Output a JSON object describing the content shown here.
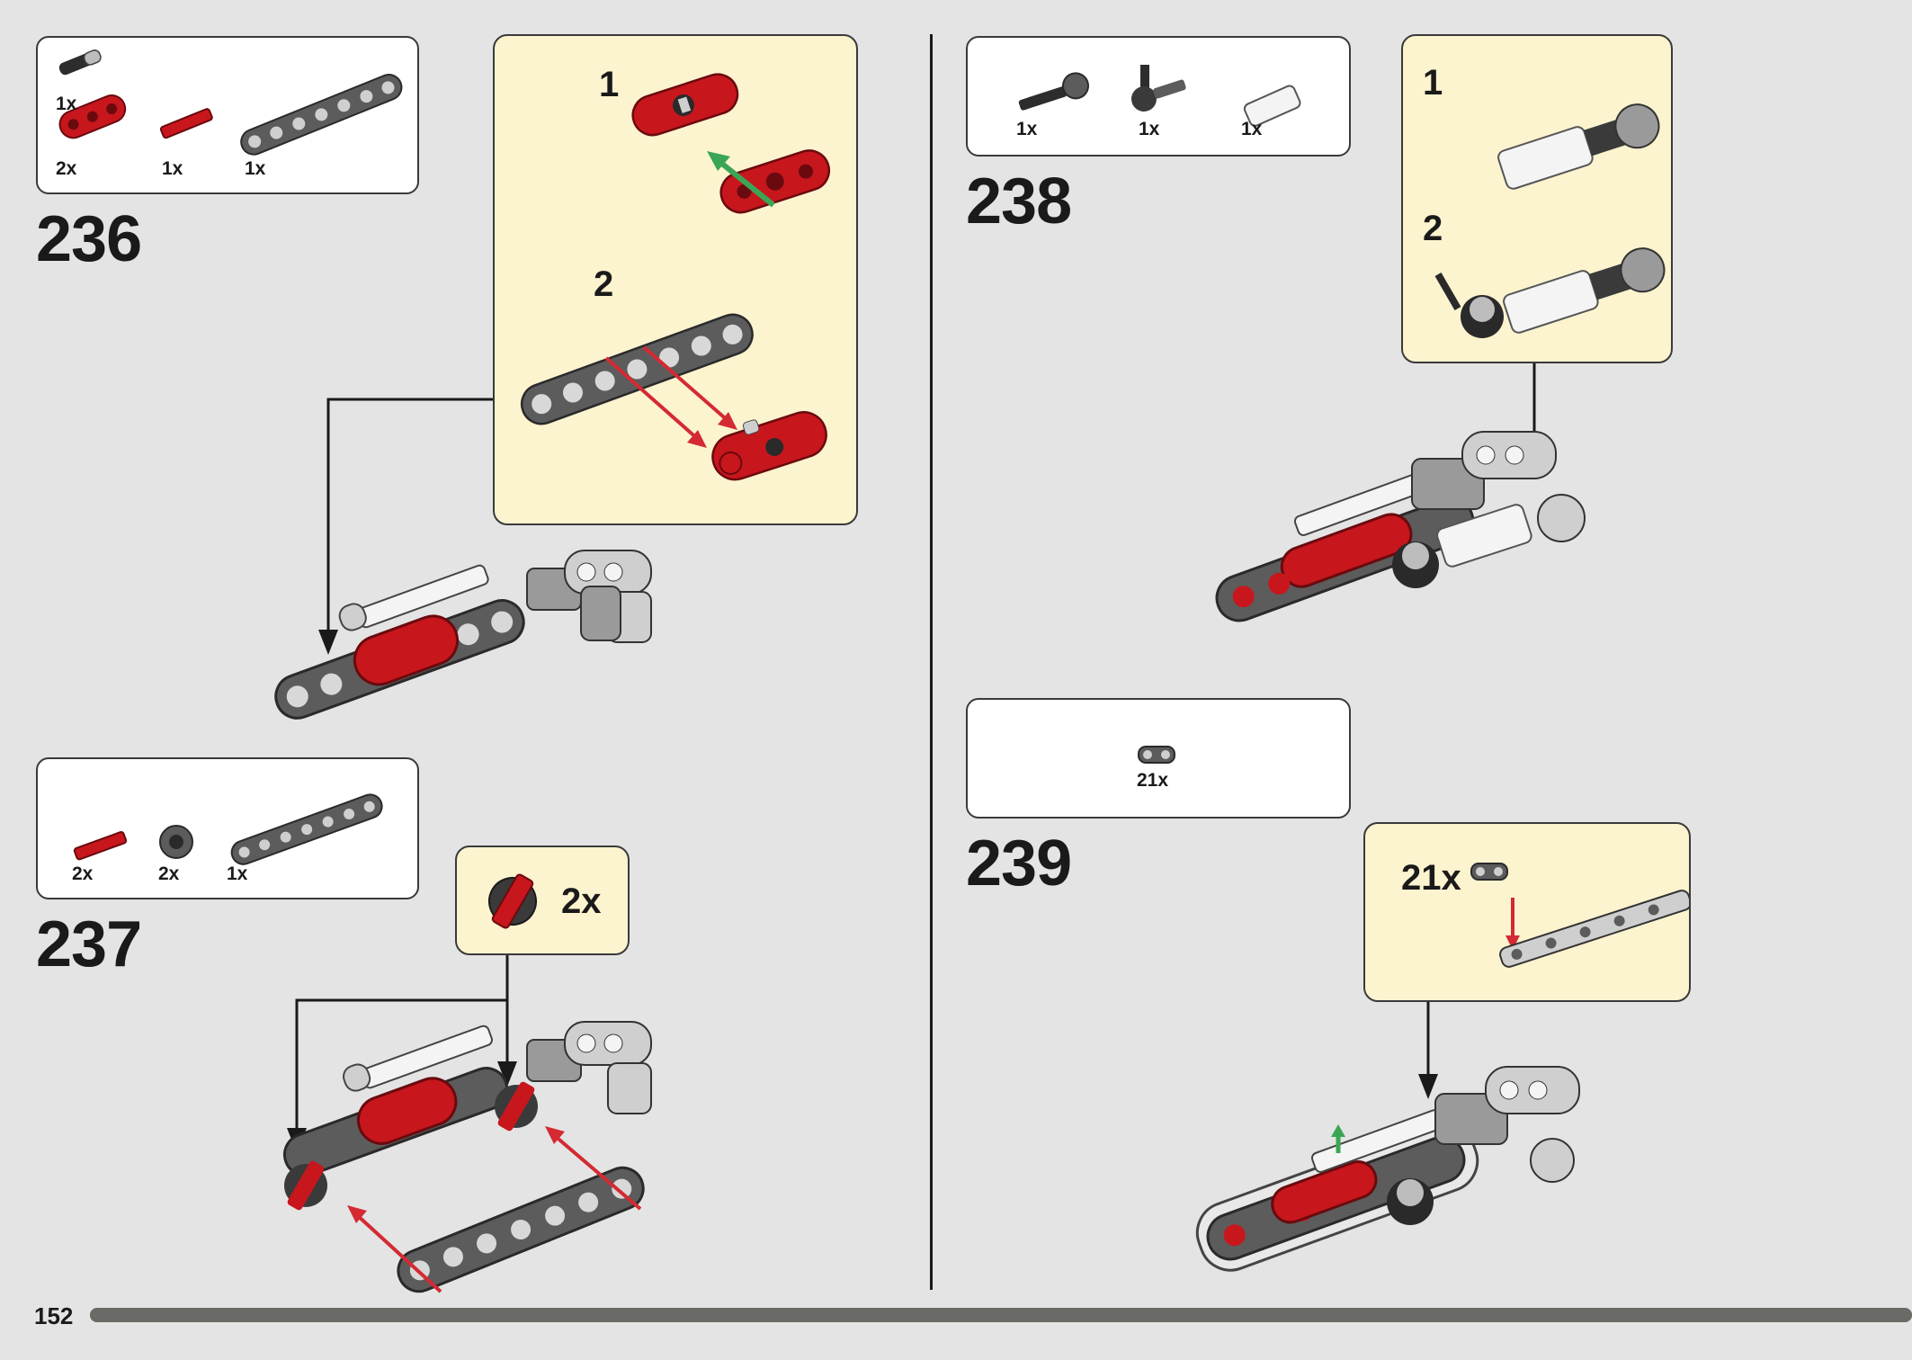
{
  "page": {
    "number": "152",
    "progress": 1.0
  },
  "colors": {
    "background": "#e4e4e4",
    "callout": "#fcf3cf",
    "brick_red": "#c8161d",
    "brick_gray": "#5c5c5c",
    "arrow_red": "#d42a33",
    "arrow_green": "#3aa655"
  },
  "steps": [
    {
      "number": "236",
      "parts": [
        {
          "icon": "axle-pin-icon",
          "qty": "1x"
        },
        {
          "icon": "red-beam-3-icon",
          "qty": "2x"
        },
        {
          "icon": "red-axle-icon",
          "qty": "1x"
        },
        {
          "icon": "gray-beam-7-icon",
          "qty": "1x"
        }
      ],
      "substeps": [
        "1",
        "2"
      ]
    },
    {
      "number": "237",
      "parts": [
        {
          "icon": "red-axle-icon",
          "qty": "2x"
        },
        {
          "icon": "gear-icon",
          "qty": "2x"
        },
        {
          "icon": "gray-beam-7-icon",
          "qty": "1x"
        }
      ],
      "callout_qty": "2x"
    },
    {
      "number": "238",
      "parts": [
        {
          "icon": "axle-connector-icon",
          "qty": "1x"
        },
        {
          "icon": "angle-connector-icon",
          "qty": "1x"
        },
        {
          "icon": "white-axle-icon",
          "qty": "1x"
        }
      ],
      "substeps": [
        "1",
        "2"
      ]
    },
    {
      "number": "239",
      "parts": [
        {
          "icon": "track-link-icon",
          "qty": "21x"
        }
      ],
      "callout_qty": "21x"
    }
  ]
}
